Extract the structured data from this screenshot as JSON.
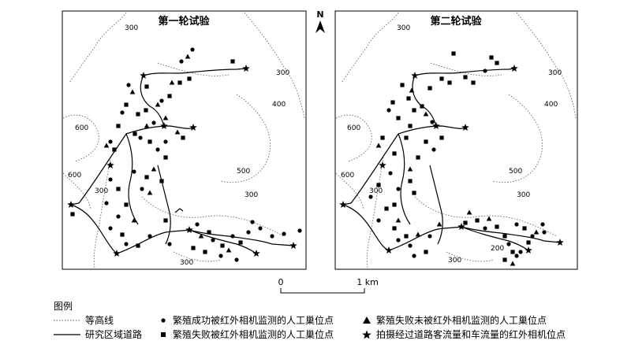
{
  "maps": [
    {
      "title": "第一轮试验",
      "contour_labels": [
        "300",
        "300",
        "600",
        "400",
        "500",
        "300",
        "300",
        "600",
        "300"
      ]
    },
    {
      "title": "第二轮试验",
      "contour_labels": [
        "300",
        "300",
        "600",
        "400",
        "500",
        "300",
        "300",
        "600",
        "200",
        "300"
      ]
    }
  ],
  "north_label": "N",
  "scale": {
    "start": "0",
    "end": "1 km"
  },
  "legend": {
    "title": "图例",
    "items": [
      {
        "symbol": "contour-line",
        "label": "等高线"
      },
      {
        "symbol": "road-line",
        "label": "研究区域道路"
      },
      {
        "symbol": "circle",
        "label": "繁殖成功被红外相机监测的人工巢位点"
      },
      {
        "symbol": "square",
        "label": "繁殖失败被红外相机监测的人工巢位点"
      },
      {
        "symbol": "triangle",
        "label": "繁殖失败未被红外相机监测的人工巢位点"
      },
      {
        "symbol": "star",
        "label": "拍摄经过道路客流量和车流量的红外相机位点"
      }
    ]
  }
}
